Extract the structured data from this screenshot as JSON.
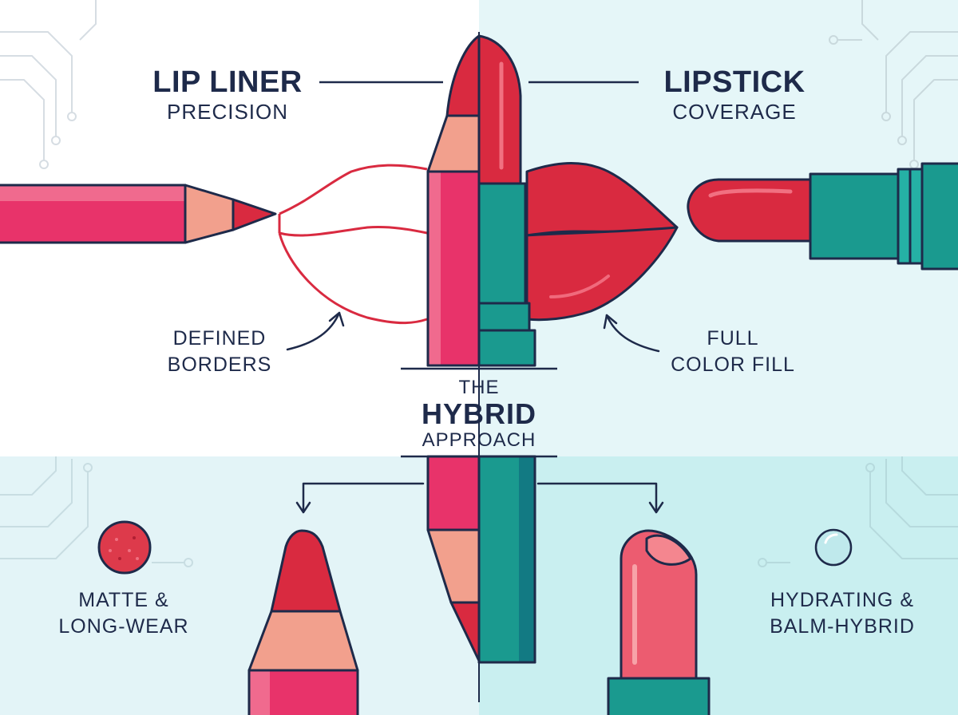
{
  "lip_liner": {
    "title": "LIP LINER",
    "subtitle": "PRECISION"
  },
  "lipstick": {
    "title": "LIPSTICK",
    "subtitle": "COVERAGE"
  },
  "callouts": {
    "left": [
      "DEFINED",
      "BORDERS"
    ],
    "right": [
      "FULL",
      "COLOR FILL"
    ]
  },
  "hybrid": {
    "line1": "THE",
    "line2": "HYBRID",
    "line3": "APPROACH"
  },
  "bottom": {
    "left": [
      "MATTE &",
      "LONG-WEAR"
    ],
    "right": [
      "HYDRATING &",
      "BALM-HYBRID"
    ]
  },
  "colors": {
    "pink": "#e8336a",
    "red": "#d92a40",
    "teal": "#1a9a8f",
    "navy": "#1e2a4a",
    "mint_bg": "#e3f6f7"
  }
}
